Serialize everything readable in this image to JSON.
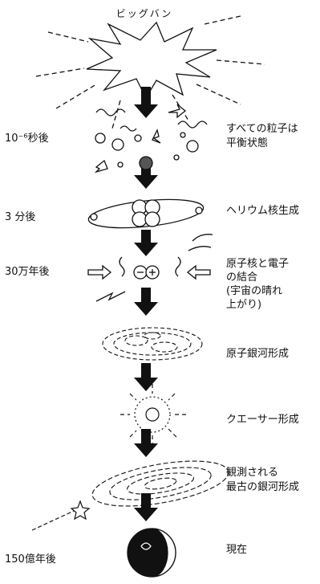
{
  "title": "ビッグバン",
  "stages": [
    {
      "time": "10⁻⁶秒後",
      "desc": [
        "すべての粒子は",
        "平衡状態"
      ]
    },
    {
      "time": "3 分後",
      "desc": [
        "ヘリウム核生成"
      ]
    },
    {
      "time": "30万年後",
      "desc": [
        "原子核と電子",
        "の結合",
        "(宇宙の晴れ",
        " 上がり)"
      ]
    },
    {
      "time": "",
      "desc": [
        "原子銀河形成"
      ]
    },
    {
      "time": "",
      "desc": [
        "クエーサー形成"
      ]
    },
    {
      "time": "",
      "desc": [
        "観測される",
        "最古の銀河形成"
      ]
    },
    {
      "time": "150億年後",
      "desc": [
        "現在"
      ]
    }
  ]
}
